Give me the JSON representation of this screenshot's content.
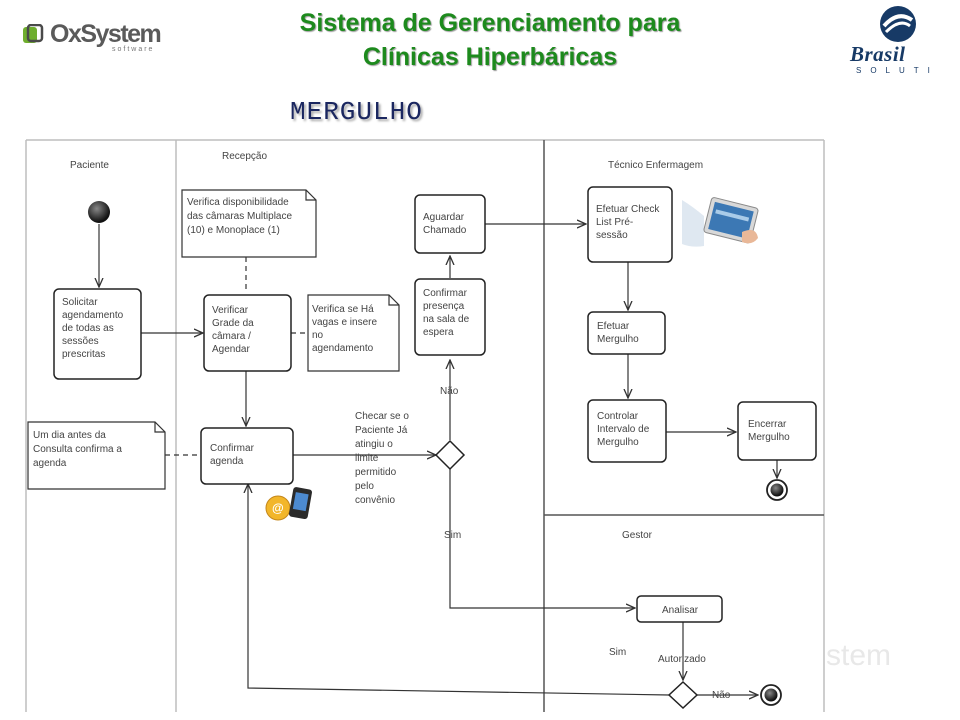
{
  "header": {
    "left_logo": {
      "name": "OxSystem",
      "sub": "software"
    },
    "title_line1": "Sistema de Gerenciamento para",
    "title_line2": "Clínicas Hiperbáricas",
    "right_logo": {
      "name": "Brasil",
      "sub": "SOLUTI"
    },
    "subtitle": "MERGULHO"
  },
  "lanes": {
    "paciente": "Paciente",
    "recepcao": "Recepção",
    "tecnico": "Técnico Enfermagem",
    "gestor": "Gestor"
  },
  "nodes": {
    "solicitar": [
      "Solicitar",
      "agendamento",
      "de todas as",
      "sessões",
      "prescritas"
    ],
    "verificar_grade": [
      "Verificar",
      "Grade da",
      "câmara /",
      "Agendar"
    ],
    "confirmar_agenda": [
      "Confirmar",
      "agenda"
    ],
    "confirmar_presenca": [
      "Confirmar",
      "presença",
      "na sala de",
      "espera"
    ],
    "aguardar": [
      "Aguardar",
      "Chamado"
    ],
    "checklist": [
      "Efetuar Check",
      "List Pré-",
      "sessão"
    ],
    "efetuar_mergulho": [
      "Efetuar",
      "Mergulho"
    ],
    "controlar": [
      "Controlar",
      "Intervalo de",
      "Mergulho"
    ],
    "encerrar": [
      "Encerrar",
      "Mergulho"
    ],
    "analisar": [
      "Analisar"
    ]
  },
  "notes": {
    "disponibilidade": [
      "Verifica disponibilidade",
      "das câmaras Multiplace",
      "(10) e Monoplace (1)"
    ],
    "vagas": [
      "Verifica se Há",
      "vagas e insere",
      "no",
      "agendamento"
    ],
    "dia_antes": [
      "Um dia antes da",
      "Consulta confirma a",
      "agenda"
    ]
  },
  "labels": {
    "checar": [
      "Checar se o",
      "Paciente Já",
      "atingiu o",
      "limite",
      "permitido",
      "pelo",
      "convênio"
    ],
    "nao1": "Não",
    "sim1": "Sim",
    "sim2": "Sim",
    "autorizado": "Autorizado",
    "nao2": "Não"
  },
  "watermark": "stem",
  "colors": {
    "title": "#1d8a1d",
    "subtitle": "#1b2760",
    "diagram_line": "#333333",
    "lane_border": "#bbbbbb"
  }
}
